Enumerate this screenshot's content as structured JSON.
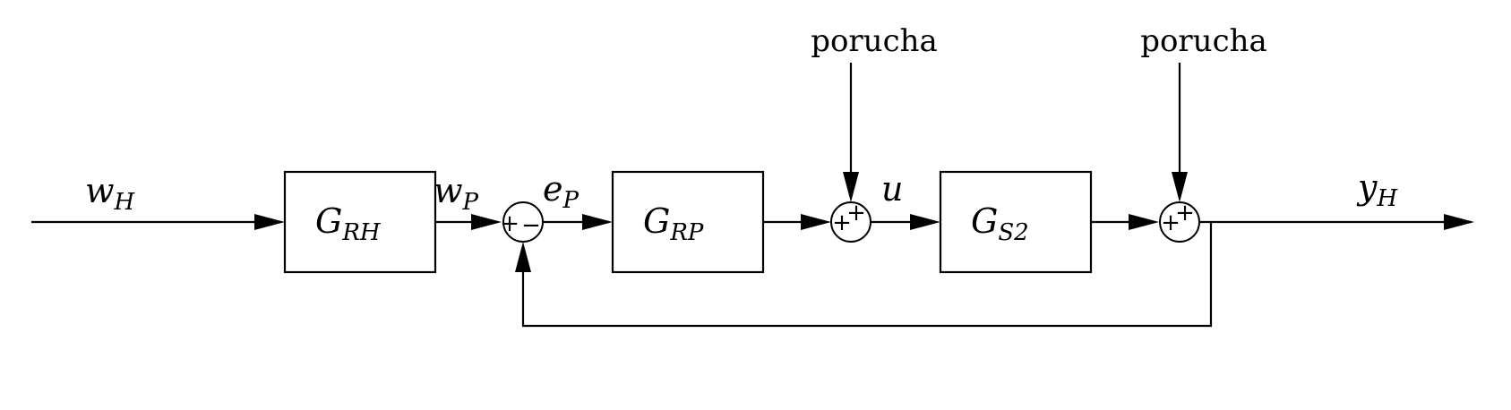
{
  "signals": {
    "w_H": {
      "base": "w",
      "sub": "H"
    },
    "w_P": {
      "base": "w",
      "sub": "P"
    },
    "e_P": {
      "base": "e",
      "sub": "P"
    },
    "u": {
      "base": "u",
      "sub": ""
    },
    "y_H": {
      "base": "y",
      "sub": "H"
    }
  },
  "blocks": {
    "G_RH": {
      "base": "G",
      "sub": "RH"
    },
    "G_RP": {
      "base": "G",
      "sub": "RP"
    },
    "G_S2": {
      "base": "G",
      "sub": "S2"
    }
  },
  "disturbances": {
    "first": "porucha",
    "second": "porucha"
  },
  "summing_junctions": {
    "error": {
      "left": "+",
      "bottom": "−"
    },
    "disturbance_1": {
      "left": "+",
      "top": "+"
    },
    "disturbance_2": {
      "left": "+",
      "top": "+"
    }
  }
}
